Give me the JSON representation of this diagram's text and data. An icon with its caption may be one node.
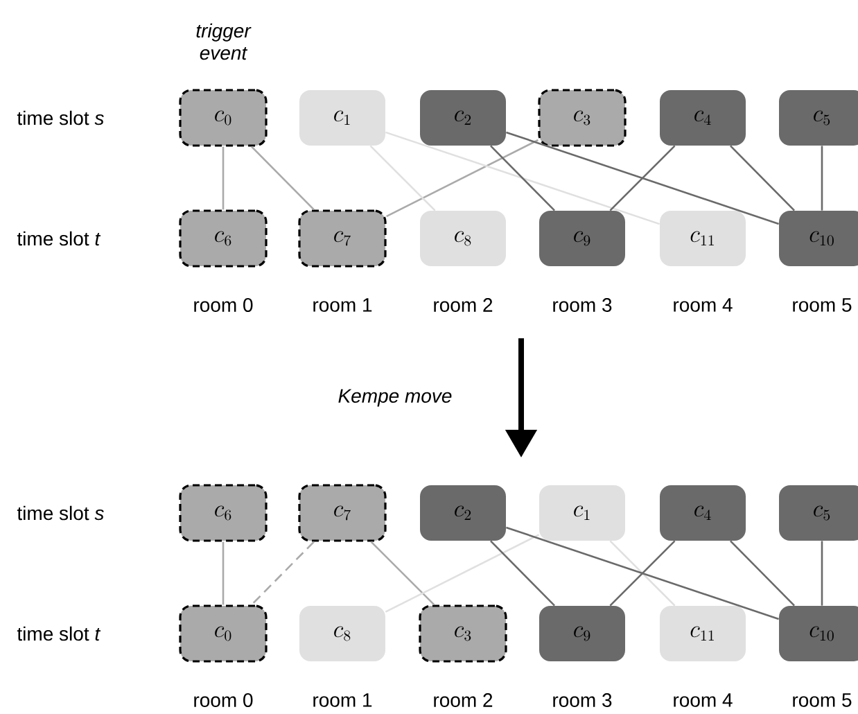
{
  "diagram": {
    "nodes": [
      {
        "text": [
          "c_0"
        ],
        "beside": [
          "trigger event"
        ]
      },
      {
        "text": [
          "c_1"
        ]
      },
      {
        "text": [
          "c_2"
        ]
      },
      {
        "text": [
          "c_3"
        ]
      },
      {
        "text": [
          "c_4"
        ]
      },
      {
        "text": [
          "c_5"
        ]
      },
      {
        "text": [
          "c_6"
        ]
      },
      {
        "text": [
          "c_7"
        ]
      },
      {
        "text": [
          "c_8"
        ]
      },
      {
        "text": [
          "c_9"
        ]
      },
      {
        "text": [
          "c_{11}"
        ]
      },
      {
        "text": [
          "c_{10}"
        ]
      },
      {
        "text": [
          "c_6"
        ]
      },
      {
        "text": [
          "c_7"
        ]
      },
      {
        "text": [
          "c_2"
        ]
      },
      {
        "text": [
          "c_1"
        ]
      },
      {
        "text": [
          "c_4"
        ]
      },
      {
        "text": [
          "c_5"
        ]
      },
      {
        "text": [
          "c_0"
        ]
      },
      {
        "text": [
          "c_8"
        ]
      },
      {
        "text": [
          "c_3"
        ]
      },
      {
        "text": [
          "c_9"
        ]
      },
      {
        "text": [
          "c_{11}"
        ]
      },
      {
        "text": [
          "c_{10}"
        ]
      }
    ],
    "edges": [
      {
        "from": 0,
        "to": 6,
        "arrow": "none",
        "color": "#aaaaaa"
      },
      {
        "from": 0,
        "to": 7,
        "arrow": "none",
        "color": "#aaaaaa"
      },
      {
        "from": 3,
        "to": 7,
        "arrow": "none",
        "color": "#aaaaaa"
      },
      {
        "from": 1,
        "to": 8,
        "arrow": "none",
        "color": "#e0e0e0"
      },
      {
        "from": 1,
        "to": 10,
        "arrow": "none",
        "color": "#e0e0e0"
      },
      {
        "from": 2,
        "to": 9,
        "arrow": "none"
      },
      {
        "from": 2,
        "to": 11,
        "arrow": "none"
      },
      {
        "from": 4,
        "to": 9,
        "arrow": "none"
      },
      {
        "from": 4,
        "to": 11,
        "arrow": "none"
      },
      {
        "from": 5,
        "to": 11,
        "arrow": "none"
      },
      {
        "from": 12,
        "to": 18,
        "arrow": "none",
        "color": "#aaaaaa"
      },
      {
        "from": 13,
        "to": 18,
        "arrow": "none",
        "style": "dashed",
        "color": "#aaaaaa"
      },
      {
        "from": 13,
        "to": 20,
        "arrow": "none",
        "color": "#aaaaaa"
      },
      {
        "from": 15,
        "to": 19,
        "arrow": "none",
        "color": "#e0e0e0"
      },
      {
        "from": 15,
        "to": 22,
        "arrow": "none",
        "color": "#e0e0e0"
      },
      {
        "from": 14,
        "to": 21,
        "arrow": "none"
      },
      {
        "from": 14,
        "to": 23,
        "arrow": "none"
      },
      {
        "from": 16,
        "to": 21,
        "arrow": "none"
      },
      {
        "from": 16,
        "to": 23,
        "arrow": "none"
      },
      {
        "from": 17,
        "to": 23,
        "arrow": "none"
      }
    ],
    "labels": [
      "time slot *s*",
      "time slot *t*",
      "room 0",
      "room 1",
      "room 2",
      "room 3",
      "room 4",
      "room 5",
      "Kempe move",
      "time slot *s*",
      "time slot *t*",
      "room 0",
      "room 1",
      "room 2",
      "room 3",
      "room 4",
      "room 5"
    ]
  }
}
